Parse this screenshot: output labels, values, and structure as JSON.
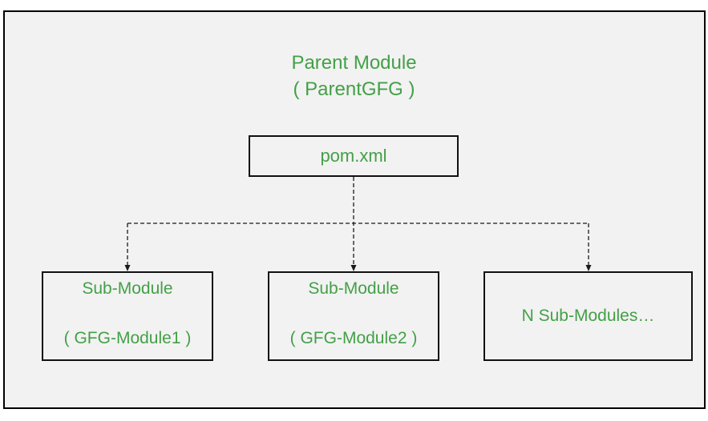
{
  "colors": {
    "accent_green": "#43a047",
    "canvas_bg": "#f2f2f2",
    "frame_border": "#000000",
    "line_color": "#1a1a1a"
  },
  "title": {
    "line1": "Parent Module",
    "line2": "( ParentGFG )"
  },
  "parent_box": {
    "label": "pom.xml"
  },
  "sub_modules": [
    {
      "line1": "Sub-Module",
      "line2": "( GFG-Module1 )"
    },
    {
      "line1": "Sub-Module",
      "line2": "( GFG-Module2 )"
    },
    {
      "line1": "N Sub-Modules…",
      "line2": ""
    }
  ]
}
